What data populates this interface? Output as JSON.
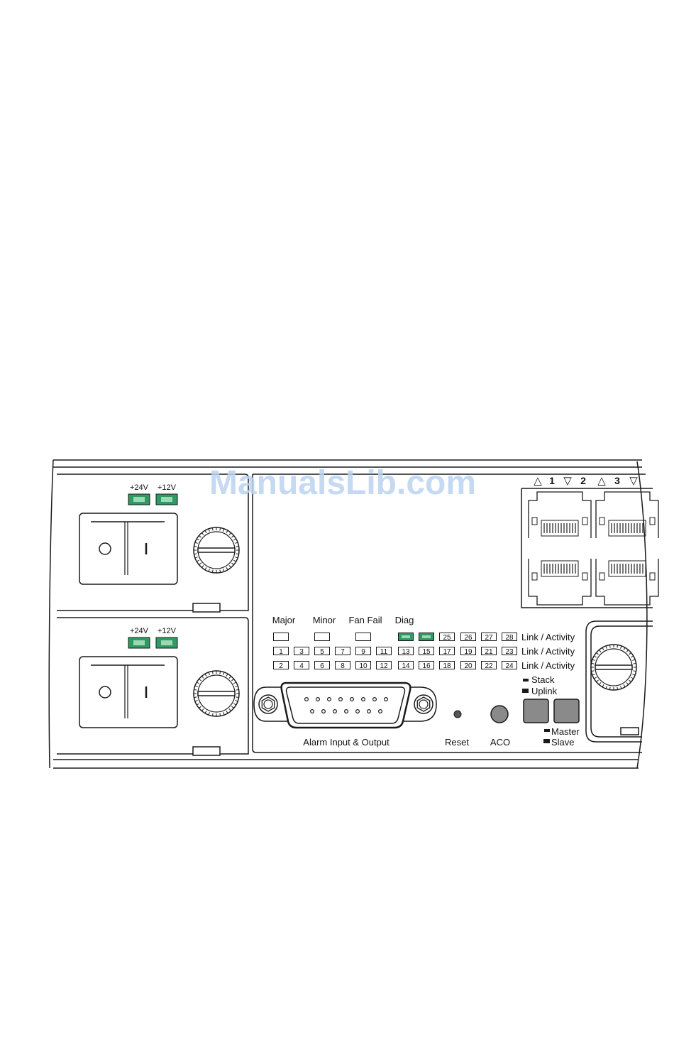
{
  "watermark": "ManualsLib.com",
  "psu_modules": [
    {
      "leds": [
        "+24V",
        "+12V"
      ],
      "switch_off": "O",
      "switch_on": "I",
      "led_color": "#2e9c62"
    },
    {
      "leds": [
        "+24V",
        "+12V"
      ],
      "switch_off": "O",
      "switch_on": "I",
      "led_color": "#2e9c62"
    }
  ],
  "status_labels": [
    "Major",
    "Minor",
    "Fan Fail",
    "Diag"
  ],
  "port_led_rows": [
    {
      "ports": [
        "25",
        "26",
        "27",
        "28"
      ],
      "label": "Link / Activity"
    },
    {
      "ports": [
        "1",
        "3",
        "5",
        "7",
        "9",
        "11",
        "13",
        "15",
        "17",
        "19",
        "21",
        "23"
      ],
      "label": "Link / Activity"
    },
    {
      "ports": [
        "2",
        "4",
        "6",
        "8",
        "10",
        "12",
        "14",
        "16",
        "18",
        "20",
        "22",
        "24"
      ],
      "label": "Link / Activity"
    }
  ],
  "rj45_header": [
    "△",
    "1",
    "▽",
    "2",
    "△",
    "3",
    "▽"
  ],
  "stack_labels": [
    "Stack",
    "Uplink"
  ],
  "role_labels": [
    "Master",
    "Slave"
  ],
  "connector_label": "Alarm Input & Output",
  "reset_label": "Reset",
  "aco_label": "ACO",
  "colors": {
    "led_green": "#2e9c62",
    "line": "#1a1a1a",
    "button_grey": "#8a8a8a",
    "watermark": "#bcd3f2"
  }
}
